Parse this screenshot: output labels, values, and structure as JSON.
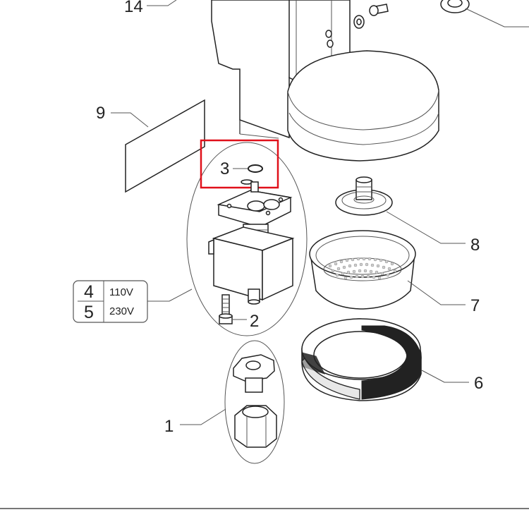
{
  "callouts": {
    "c14": "14",
    "c9": "9",
    "c3": "3",
    "c8": "8",
    "c7": "7",
    "c6": "6",
    "c2": "2",
    "c1": "1"
  },
  "voltage_table": {
    "row1_num": "4",
    "row1_volt": "110V",
    "row2_num": "5",
    "row2_volt": "230V"
  },
  "highlight": {
    "color": "#e0101a"
  }
}
